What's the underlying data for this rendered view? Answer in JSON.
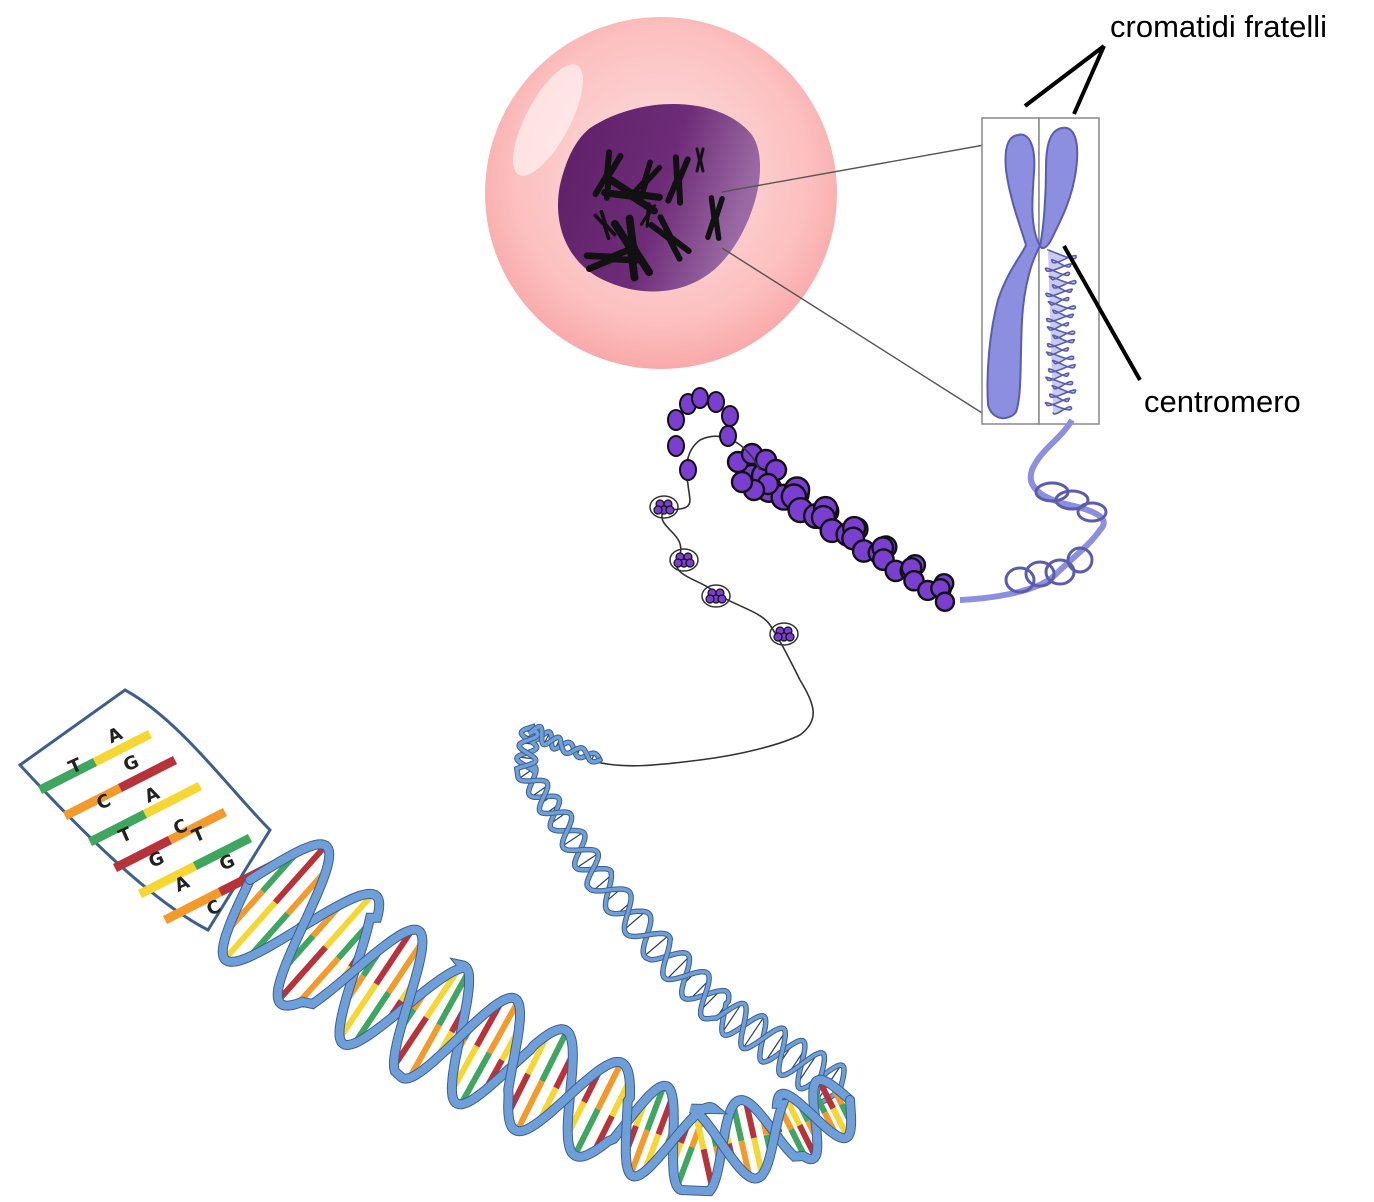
{
  "labels": {
    "sister_chromatids": "cromatidi fratelli",
    "centromere": "centromero"
  },
  "base_pairs": [
    {
      "left": "T",
      "right": "A"
    },
    {
      "left": "C",
      "right": "G"
    },
    {
      "left": "T",
      "right": "A"
    },
    {
      "left": "G",
      "right": "C"
    },
    {
      "left": "A",
      "right": "T"
    },
    {
      "left": "C",
      "right": "G"
    }
  ],
  "colors": {
    "cell_outer": "#fbb6b6",
    "cell_inner": "#fdd5d5",
    "nucleus": "#6a2a73",
    "chromatid": "#8c8ee0",
    "chromatid_outline": "#5a5cae",
    "nucleosome": "#7a3fd0",
    "dna_backbone": "#6f9fd8",
    "base_red": "#b8323a",
    "base_orange": "#f39a2b",
    "base_yellow": "#f6d632",
    "base_green": "#3ea65f"
  }
}
